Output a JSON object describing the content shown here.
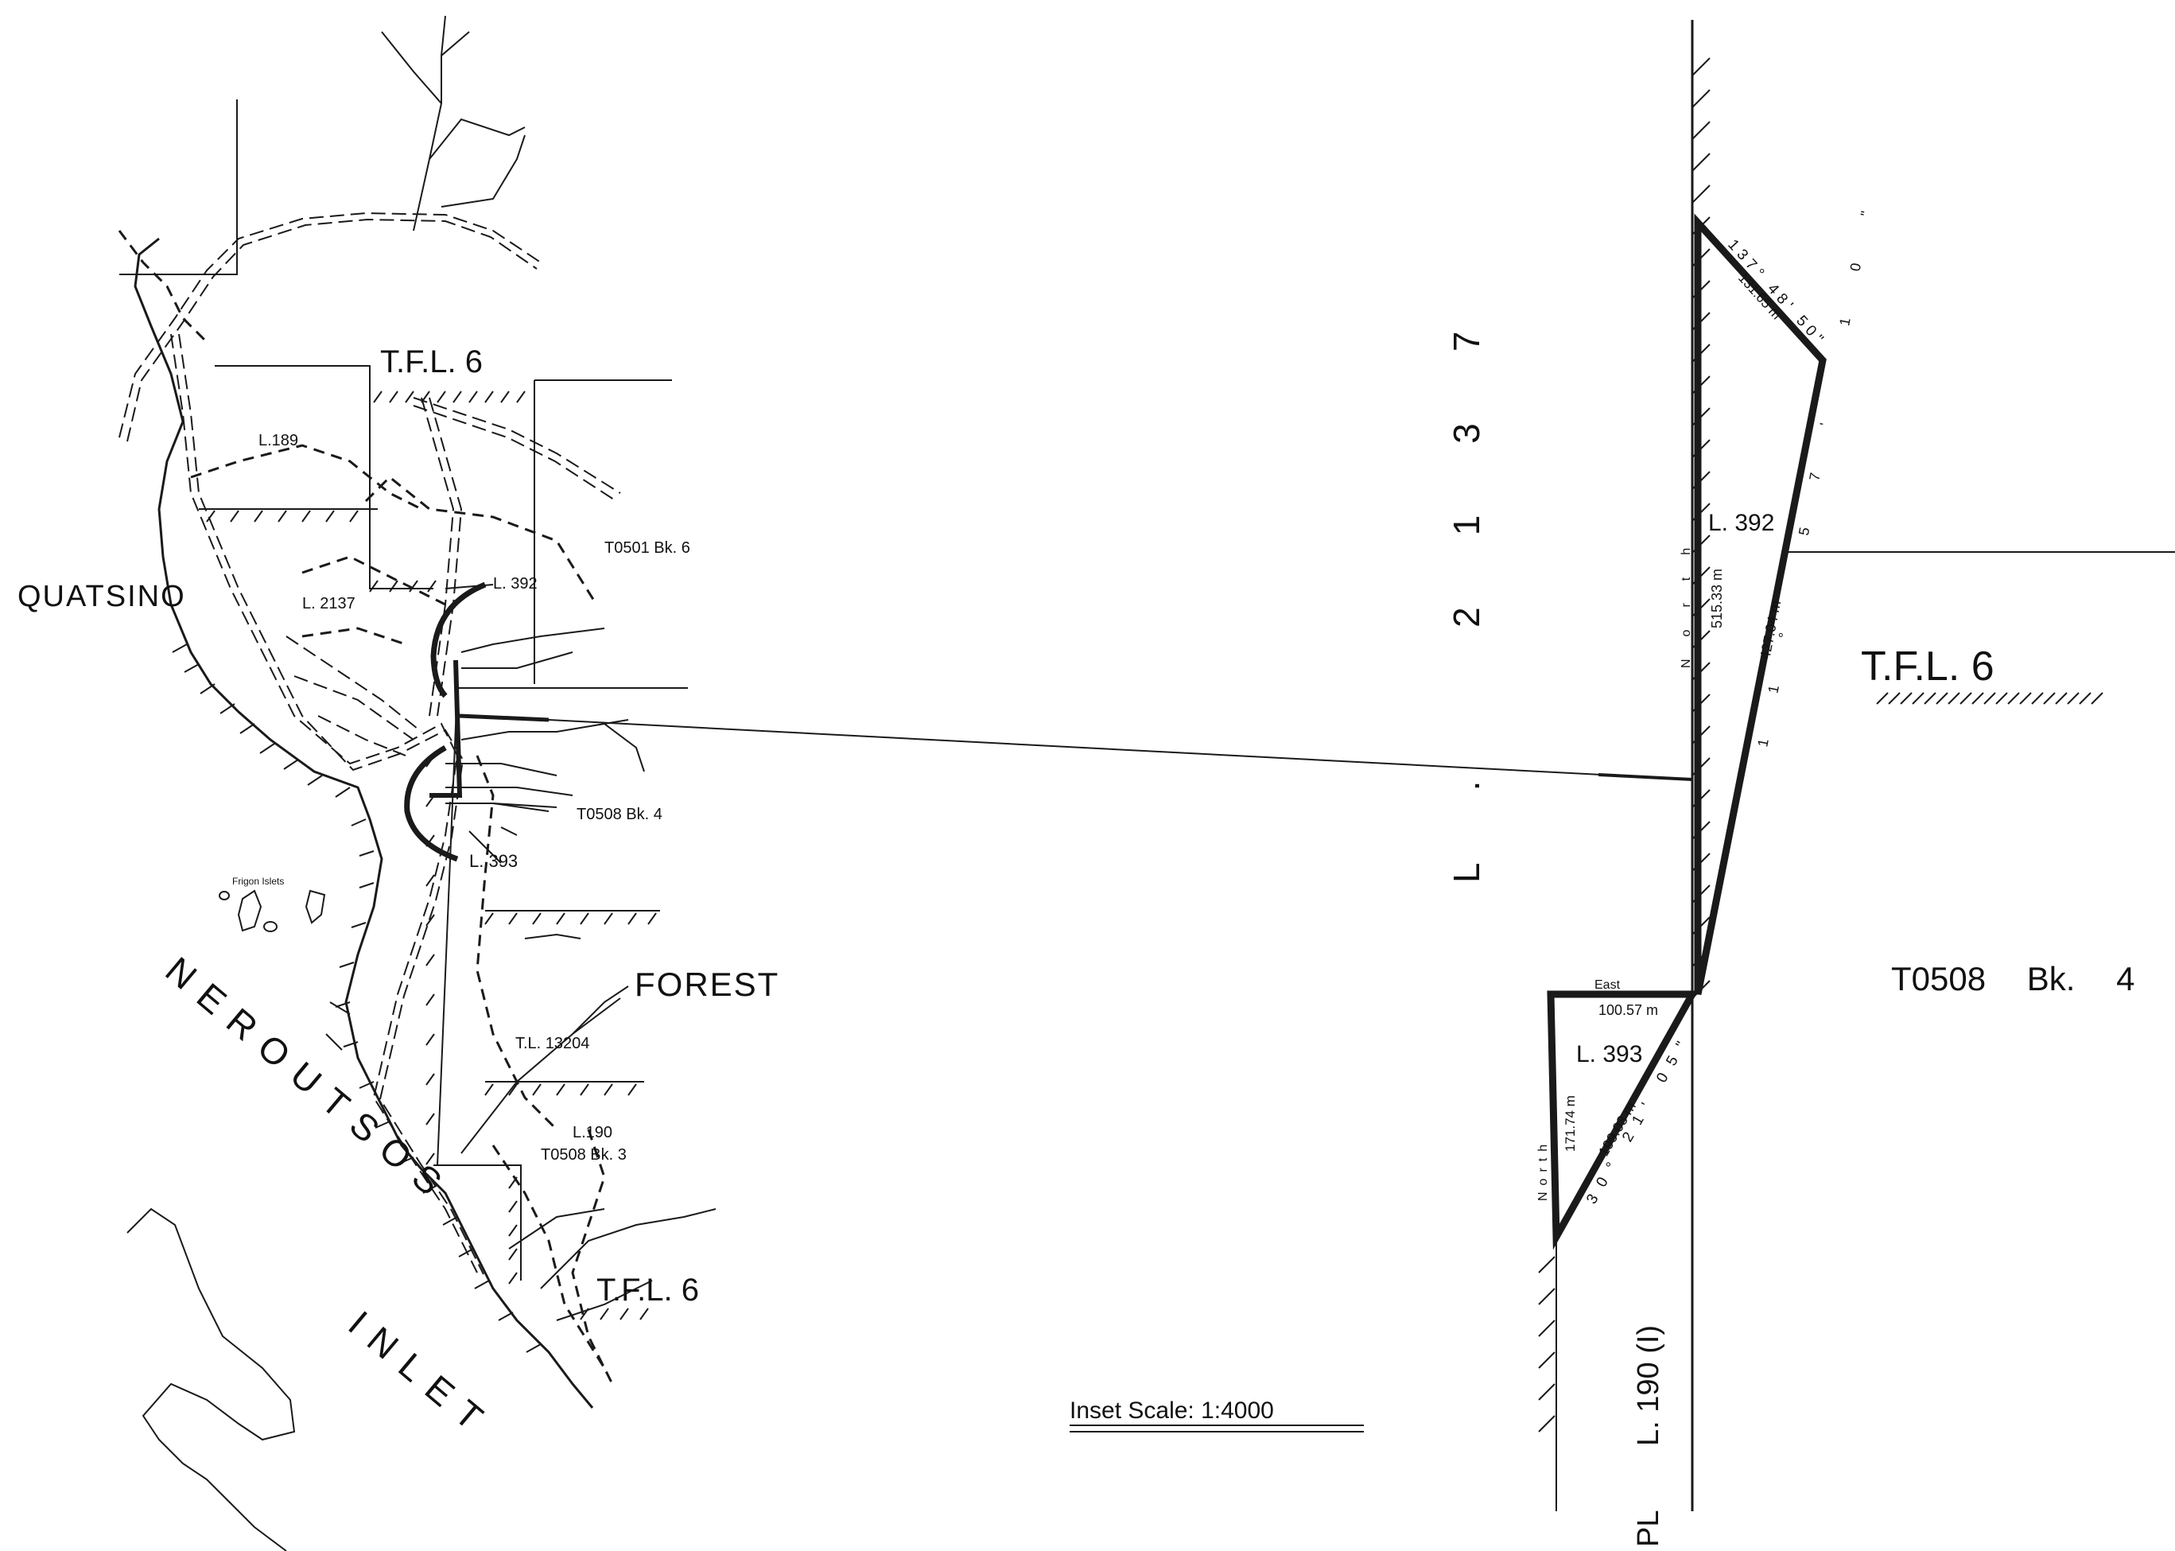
{
  "colors": {
    "ink": "#1a1a1a",
    "paper": "#ffffff"
  },
  "map": {
    "labels": {
      "tfl6_top": "T.F.L. 6",
      "l189": "L.189",
      "t0501": "T0501 Bk. 6",
      "quatsino": "QUATSINO",
      "l2137": "L. 2137",
      "l392": "L. 392",
      "t0508_bk4": "T0508 Bk. 4",
      "l393": "L. 393",
      "frigon_islets": "Frigon Islets",
      "forest": "FOREST",
      "tl13204": "T.L. 13204",
      "l190": "L.190",
      "t0508_bk3": "T0508 Bk. 3",
      "tfl6_bottom": "T.F.L. 6",
      "neroutsos": "NEROUTSOS",
      "inlet": "INLET"
    }
  },
  "inset": {
    "scale_label": "Inset Scale: 1:4000",
    "lot_2137": "L. 2137",
    "tfl6": "T.F.L. 6",
    "t0508_bk4": "T0508 Bk. 4",
    "l392": "L. 392",
    "l393": "L. 393",
    "l190": "L. 190 (I)",
    "pl": "PL",
    "north_392": "North",
    "north_393": "North",
    "east_393": "East",
    "dims_392": {
      "top_bearing": "137° 48' 50\"",
      "top_length": "131.65 m",
      "west_length": "515.33 m",
      "east_length": "427.04 m",
      "east_bearing": "11° 57' 10\""
    },
    "dims_393": {
      "east_length": "100.57 m",
      "west_length": "171.74 m",
      "hyp_length": "199.03 m",
      "hyp_bearing": "30° 21' 05\""
    }
  }
}
